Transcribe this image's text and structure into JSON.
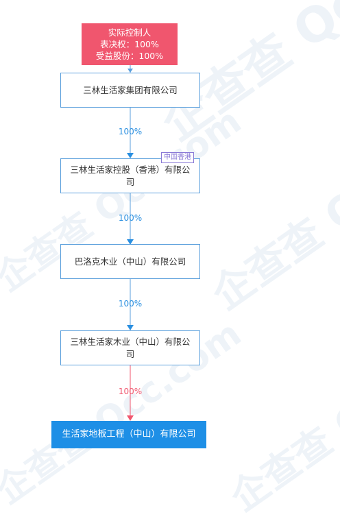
{
  "watermark": "企查查 Qcc.com",
  "controller": {
    "title": "实际控制人",
    "voting": "表决权：100%",
    "benefit": "受益股份：100%"
  },
  "nodes": [
    {
      "name": "三林生活家集团有限公司"
    },
    {
      "name": "三林生活家控股（香港）有限公司",
      "tag": "中国香港"
    },
    {
      "name": "巴洛克木业（中山）有限公司"
    },
    {
      "name": "三林生活家木业（中山）有限公司"
    },
    {
      "name": "生活家地板工程（中山）有限公司"
    }
  ],
  "edges": [
    {
      "percent": "100%"
    },
    {
      "percent": "100%"
    },
    {
      "percent": "100%"
    },
    {
      "percent": "100%"
    }
  ],
  "colors": {
    "controller": "#f0566e",
    "line_blue": "#5a9fdc",
    "line_red": "#f0566e",
    "target": "#1e8fe6",
    "tag": "#8a79d6"
  }
}
